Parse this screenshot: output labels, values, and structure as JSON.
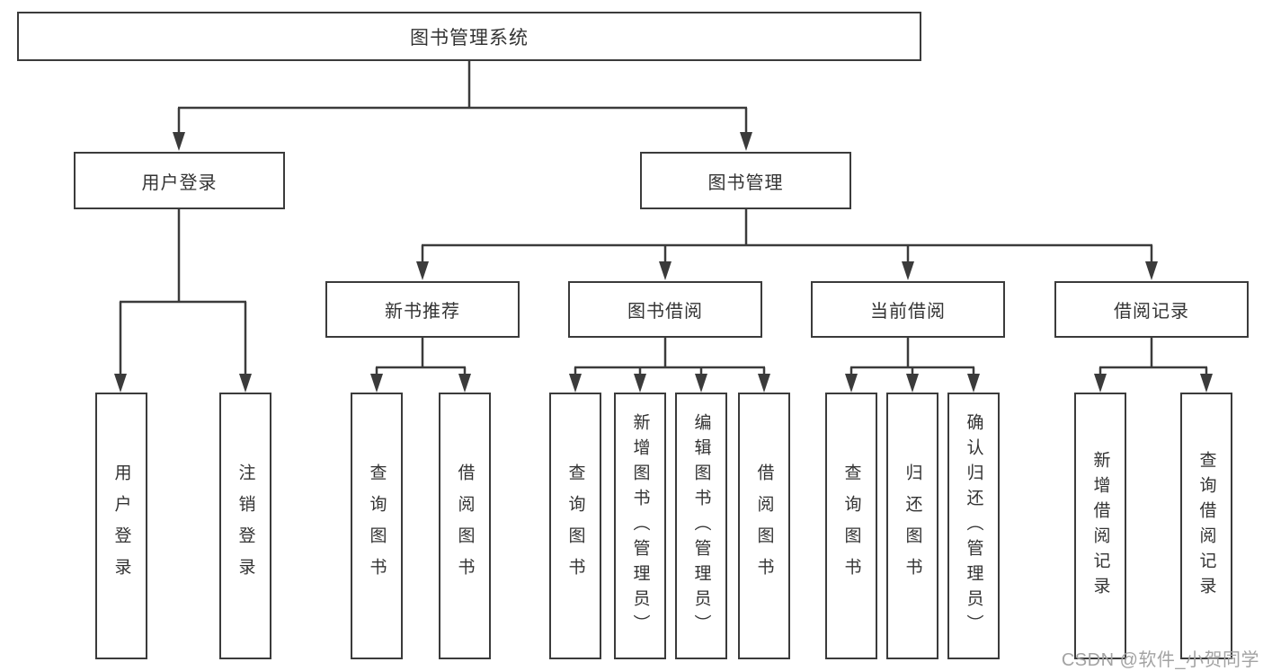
{
  "diagram": {
    "root": {
      "label": "图书管理系统"
    },
    "level2": [
      {
        "label": "用户登录",
        "parent": "图书管理系统"
      },
      {
        "label": "图书管理",
        "parent": "图书管理系统"
      }
    ],
    "level3": [
      {
        "label": "新书推荐",
        "parent": "图书管理"
      },
      {
        "label": "图书借阅",
        "parent": "图书管理"
      },
      {
        "label": "当前借阅",
        "parent": "图书管理"
      },
      {
        "label": "借阅记录",
        "parent": "图书管理"
      }
    ],
    "leaves": [
      {
        "label": "用户登录",
        "parent": "用户登录"
      },
      {
        "label": "注销登录",
        "parent": "用户登录"
      },
      {
        "label": "查询图书",
        "parent": "新书推荐"
      },
      {
        "label": "借阅图书",
        "parent": "新书推荐"
      },
      {
        "label": "查询图书",
        "parent": "图书借阅"
      },
      {
        "label": "新增图书（管理员）",
        "parent": "图书借阅"
      },
      {
        "label": "编辑图书（管理员）",
        "parent": "图书借阅"
      },
      {
        "label": "借阅图书",
        "parent": "图书借阅"
      },
      {
        "label": "查询图书",
        "parent": "当前借阅"
      },
      {
        "label": "归还图书",
        "parent": "当前借阅"
      },
      {
        "label": "确认归还（管理员）",
        "parent": "当前借阅"
      },
      {
        "label": "新增借阅记录",
        "parent": "借阅记录"
      },
      {
        "label": "查询借阅记录",
        "parent": "借阅记录"
      }
    ],
    "watermark": "CSDN @软件_小贺同学",
    "colors": {
      "line": "#3b3b3b",
      "text": "#333333",
      "boxfill": "#ffffff",
      "watermark": "#a3a3a3"
    }
  }
}
